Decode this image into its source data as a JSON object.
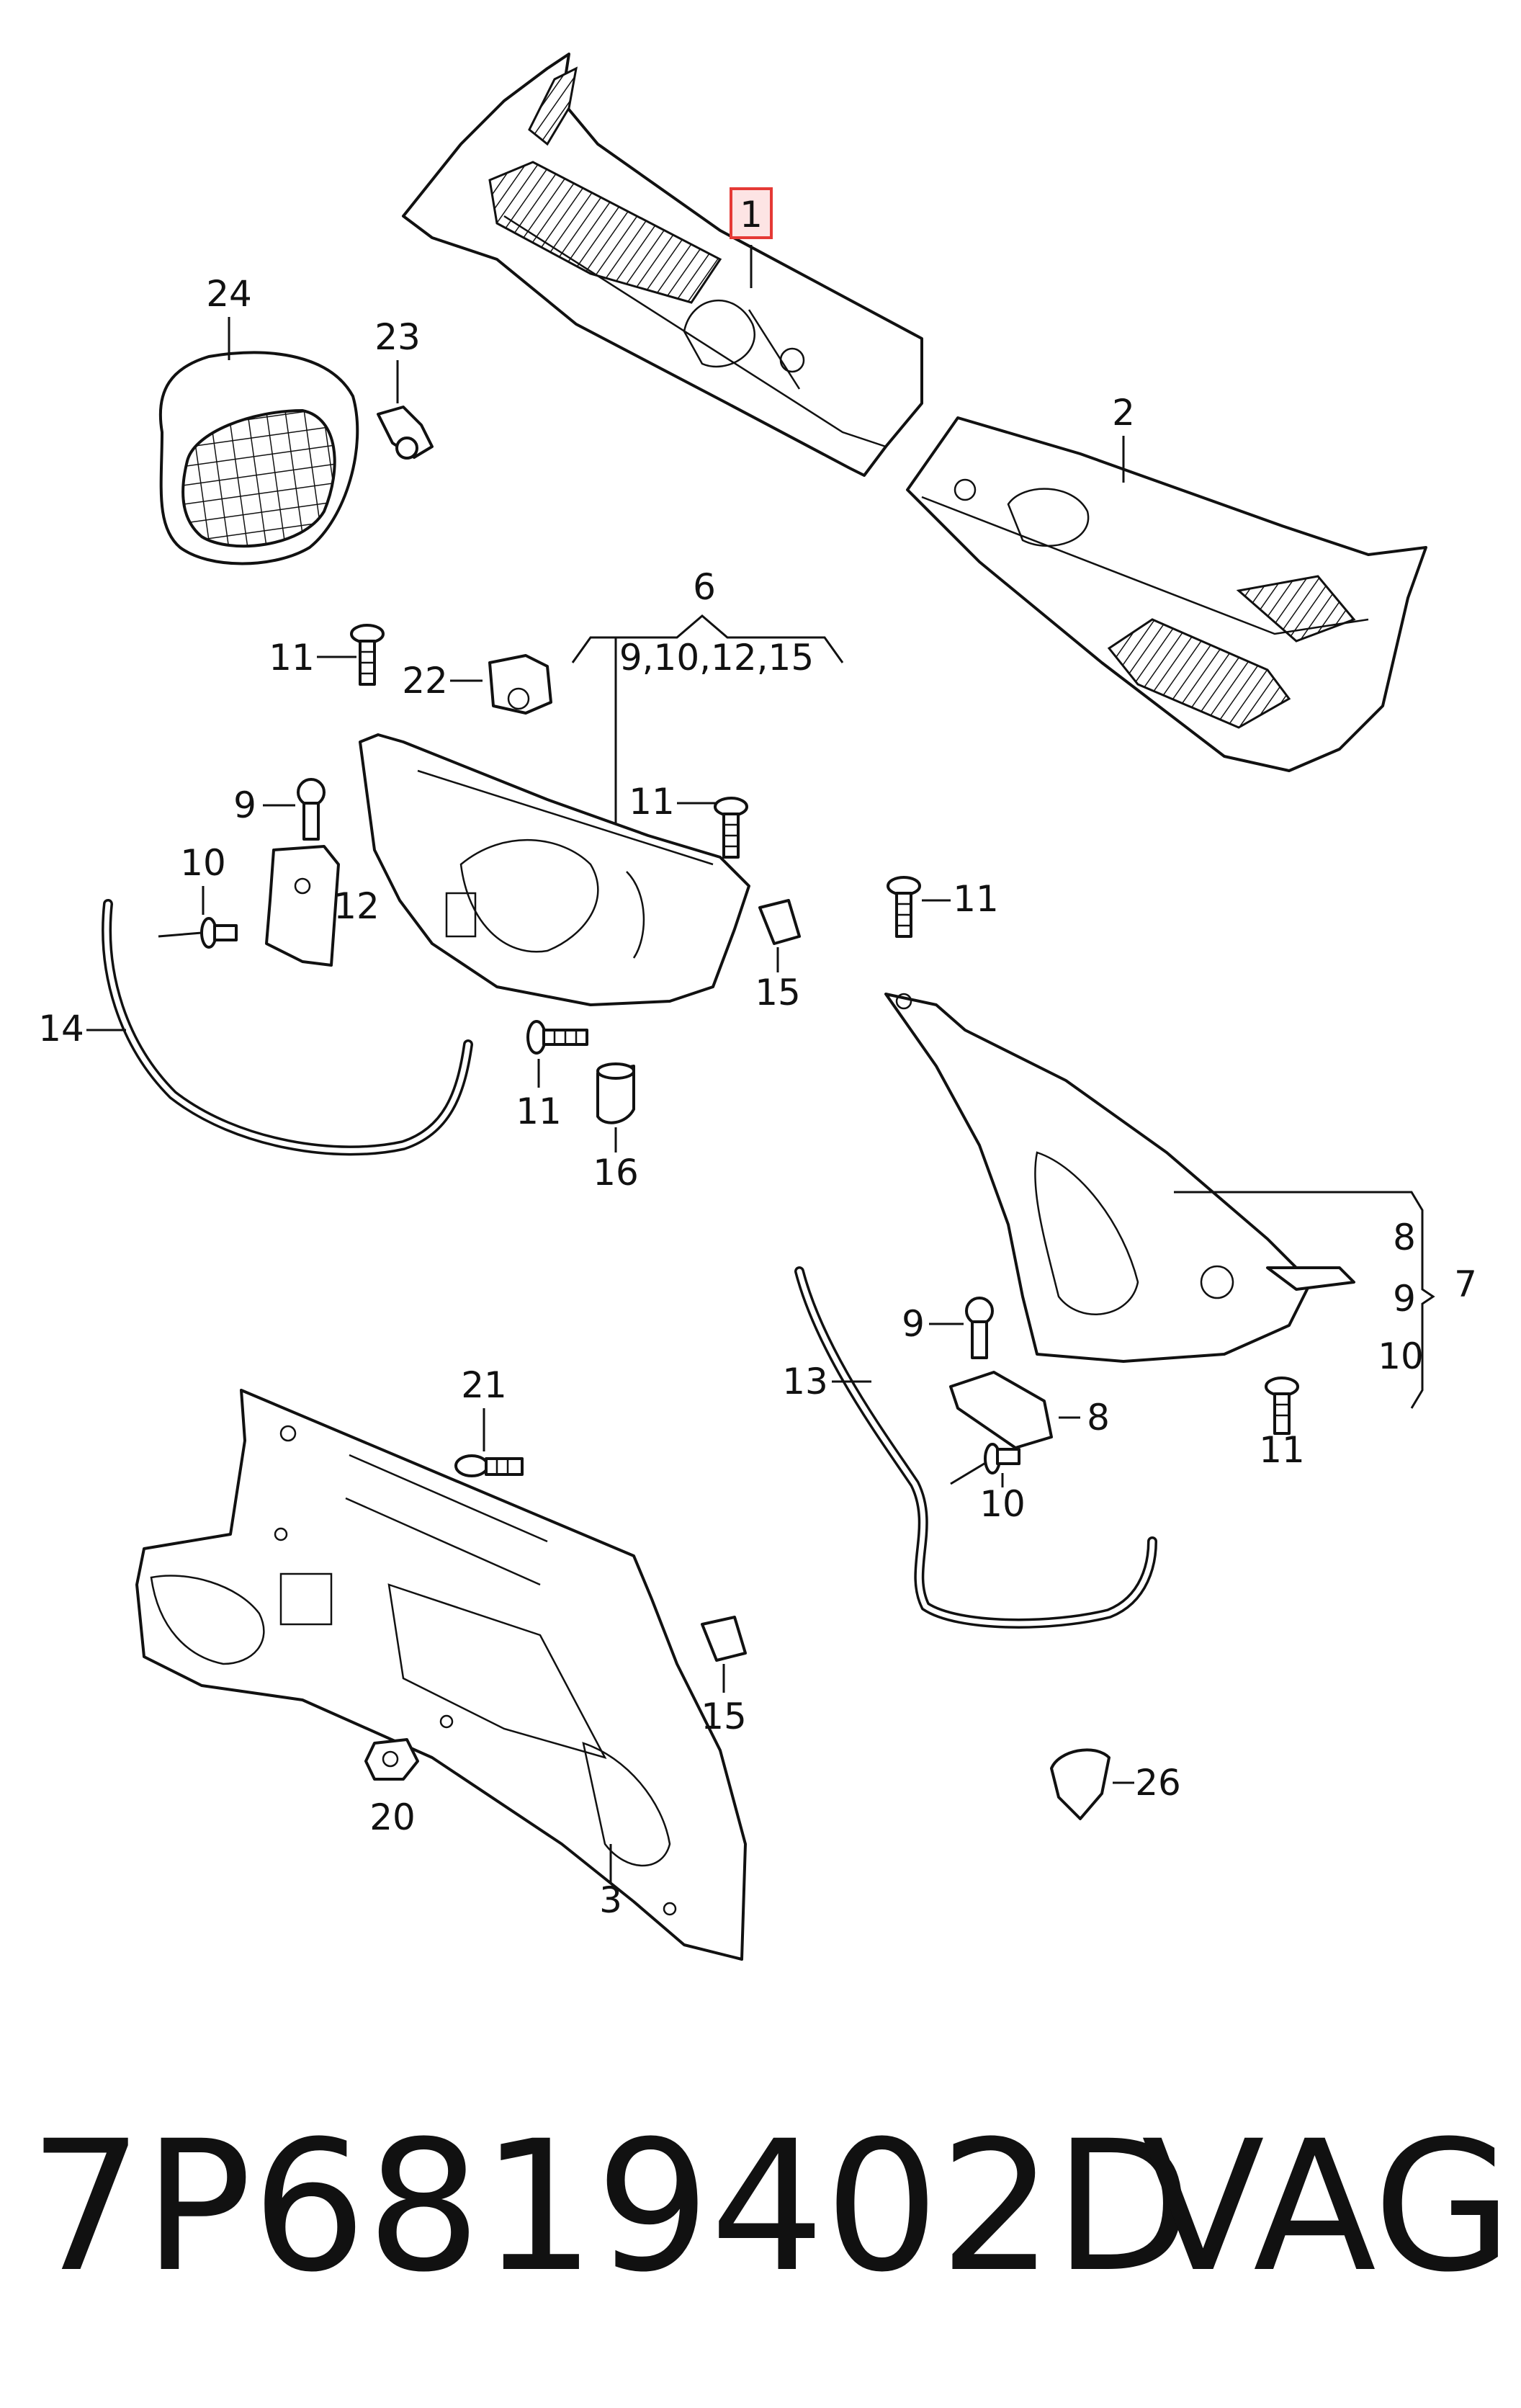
{
  "callouts": {
    "c1": "1",
    "c2": "2",
    "c3": "3",
    "c6": "6",
    "c6_sub": "9,10,12,15",
    "c7": "7",
    "c7_8": "8",
    "c7_9": "9",
    "c7_10": "10",
    "c8": "8",
    "c9a": "9",
    "c9b": "9",
    "c10a": "10",
    "c10b": "10",
    "c11a": "11",
    "c11b": "11",
    "c11c": "11",
    "c11d": "11",
    "c11e": "11",
    "c12": "12",
    "c13": "13",
    "c14": "14",
    "c15a": "15",
    "c15b": "15",
    "c16": "16",
    "c20": "20",
    "c21": "21",
    "c22": "22",
    "c23": "23",
    "c24": "24",
    "c26": "26"
  },
  "highlight": {
    "callout": "1",
    "color": "#e53935",
    "fill": "#fde4e4"
  },
  "caption": {
    "part_number": "7P6819402D",
    "brand": "VAG"
  }
}
